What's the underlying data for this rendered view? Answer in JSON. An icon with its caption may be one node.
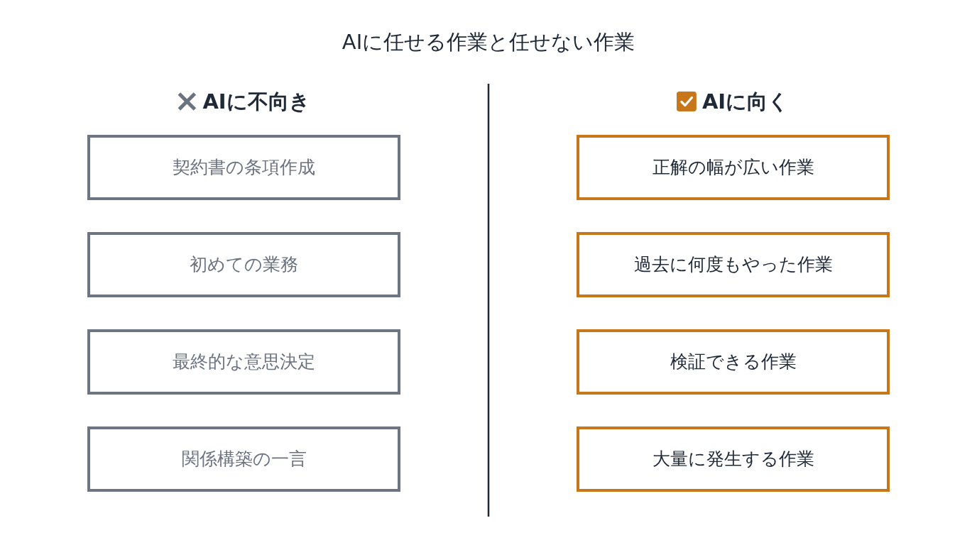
{
  "diagram": {
    "title": "AIに任せる作業と任せない作業",
    "nodes": [
      {
        "text": [
          "契約書の条項作成"
        ]
      },
      {
        "text": [
          "初めての業務"
        ]
      },
      {
        "text": [
          "最終的な意思決定"
        ]
      },
      {
        "text": [
          "関係構築の一言"
        ]
      },
      {
        "text": [
          "正解の幅が広い作業"
        ]
      },
      {
        "text": [
          "過去に何度もやった作業"
        ]
      },
      {
        "text": [
          "検証できる作業"
        ]
      },
      {
        "text": [
          "大量に発生する作業"
        ]
      }
    ],
    "labels": [
      "AIに不向き",
      "AIに向く"
    ]
  }
}
